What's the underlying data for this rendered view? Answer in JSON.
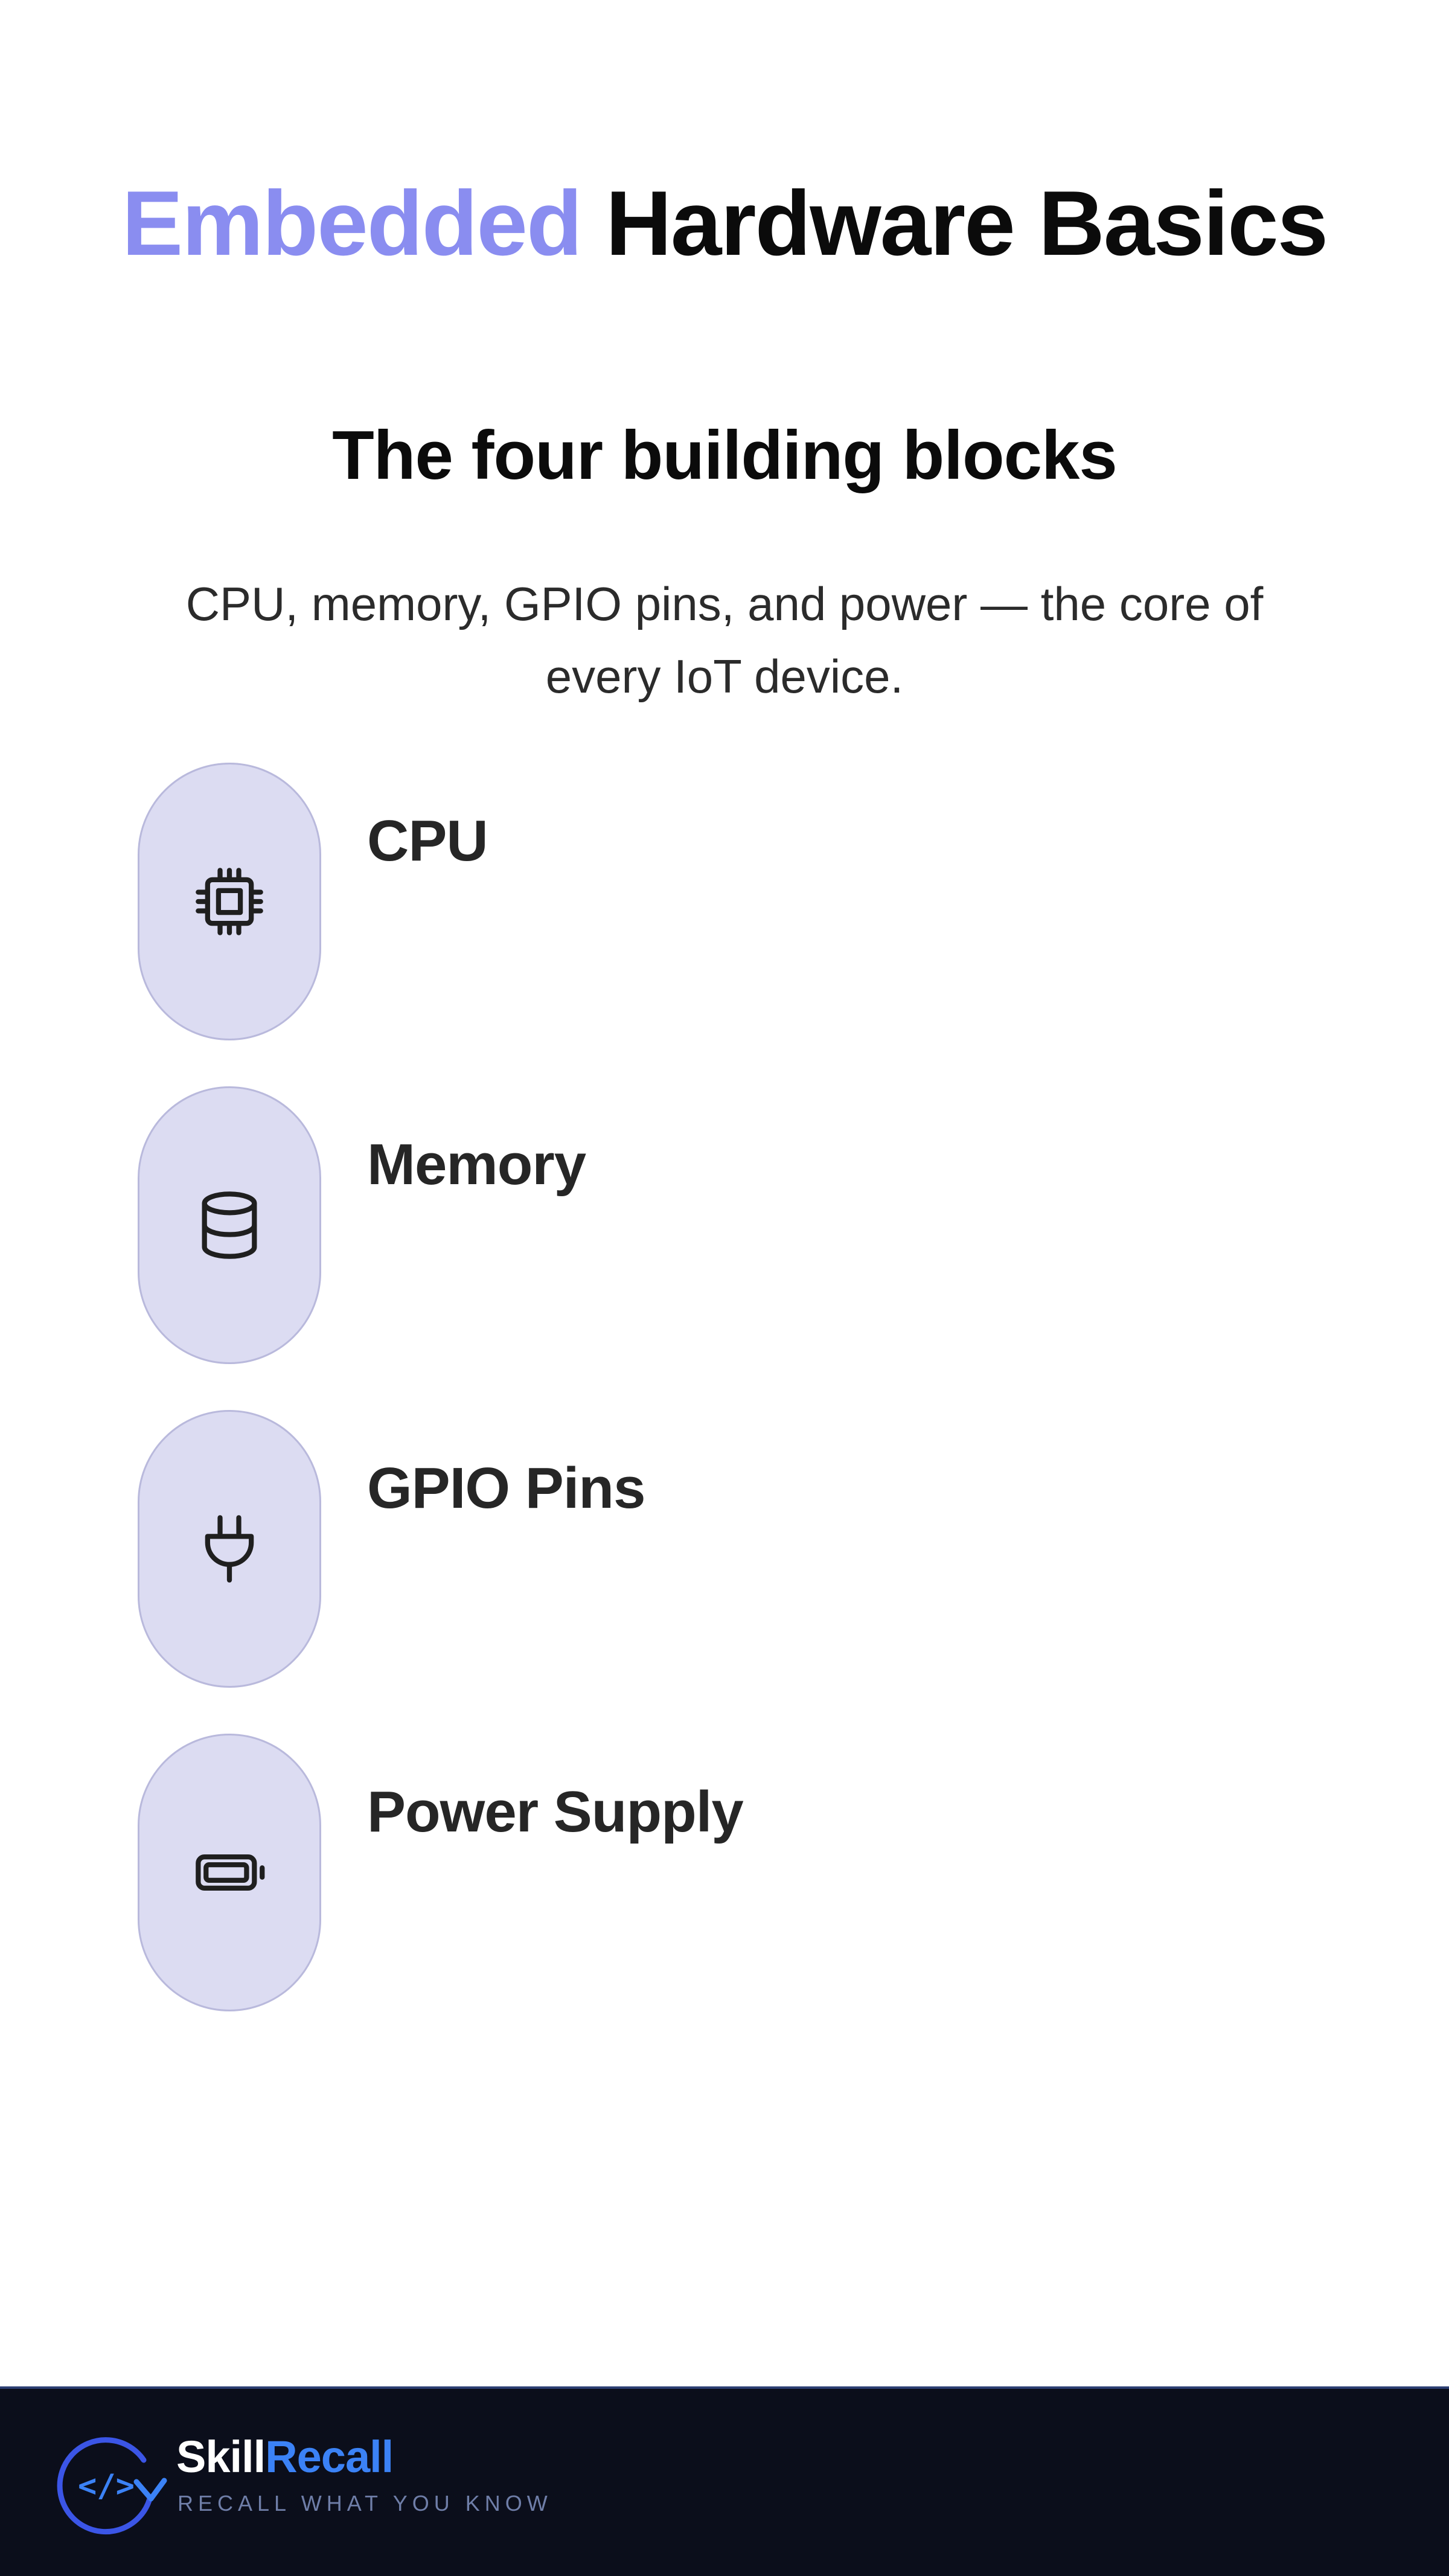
{
  "header": {
    "title_accent": "Embedded",
    "title_rest": "Hardware Basics",
    "subtitle": "The four building blocks",
    "description": "CPU, memory, GPIO pins, and power — the core of every IoT device."
  },
  "items": [
    {
      "label": "CPU",
      "icon": "cpu-chip-icon"
    },
    {
      "label": "Memory",
      "icon": "database-icon"
    },
    {
      "label": "GPIO Pins",
      "icon": "plug-icon"
    },
    {
      "label": "Power Supply",
      "icon": "battery-icon"
    }
  ],
  "footer": {
    "brand_part1": "Skill",
    "brand_part2": "Recall",
    "tagline": "RECALL WHAT YOU KNOW",
    "logo_glyph": "</>"
  },
  "colors": {
    "accent": "#8a8df0",
    "pill_bg": "#dcdcf2",
    "footer_bg": "#0b0e1b",
    "brand_blue": "#3b82f6"
  }
}
